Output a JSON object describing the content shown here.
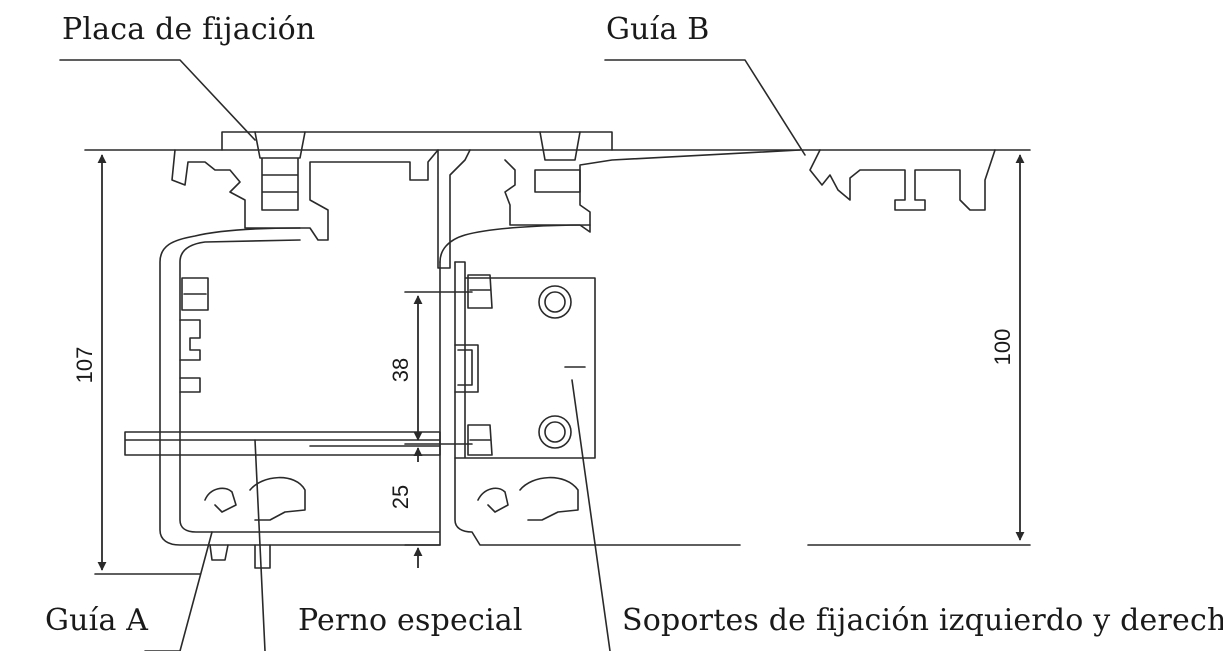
{
  "labels": {
    "placa_fijacion": "Placa de fijación",
    "guia_b": "Guía B",
    "guia_a": "Guía A",
    "perno_especial": "Perno especial",
    "soportes": "Soportes de fijación izquierdo y derecho"
  },
  "dimensions": {
    "overall_height_left": "107",
    "overall_height_right": "100",
    "bracket_spacing": "38",
    "lower_offset": "25"
  },
  "colors": {
    "line": "#2a2a2a",
    "text": "#1a1a1a",
    "background": "#ffffff"
  }
}
